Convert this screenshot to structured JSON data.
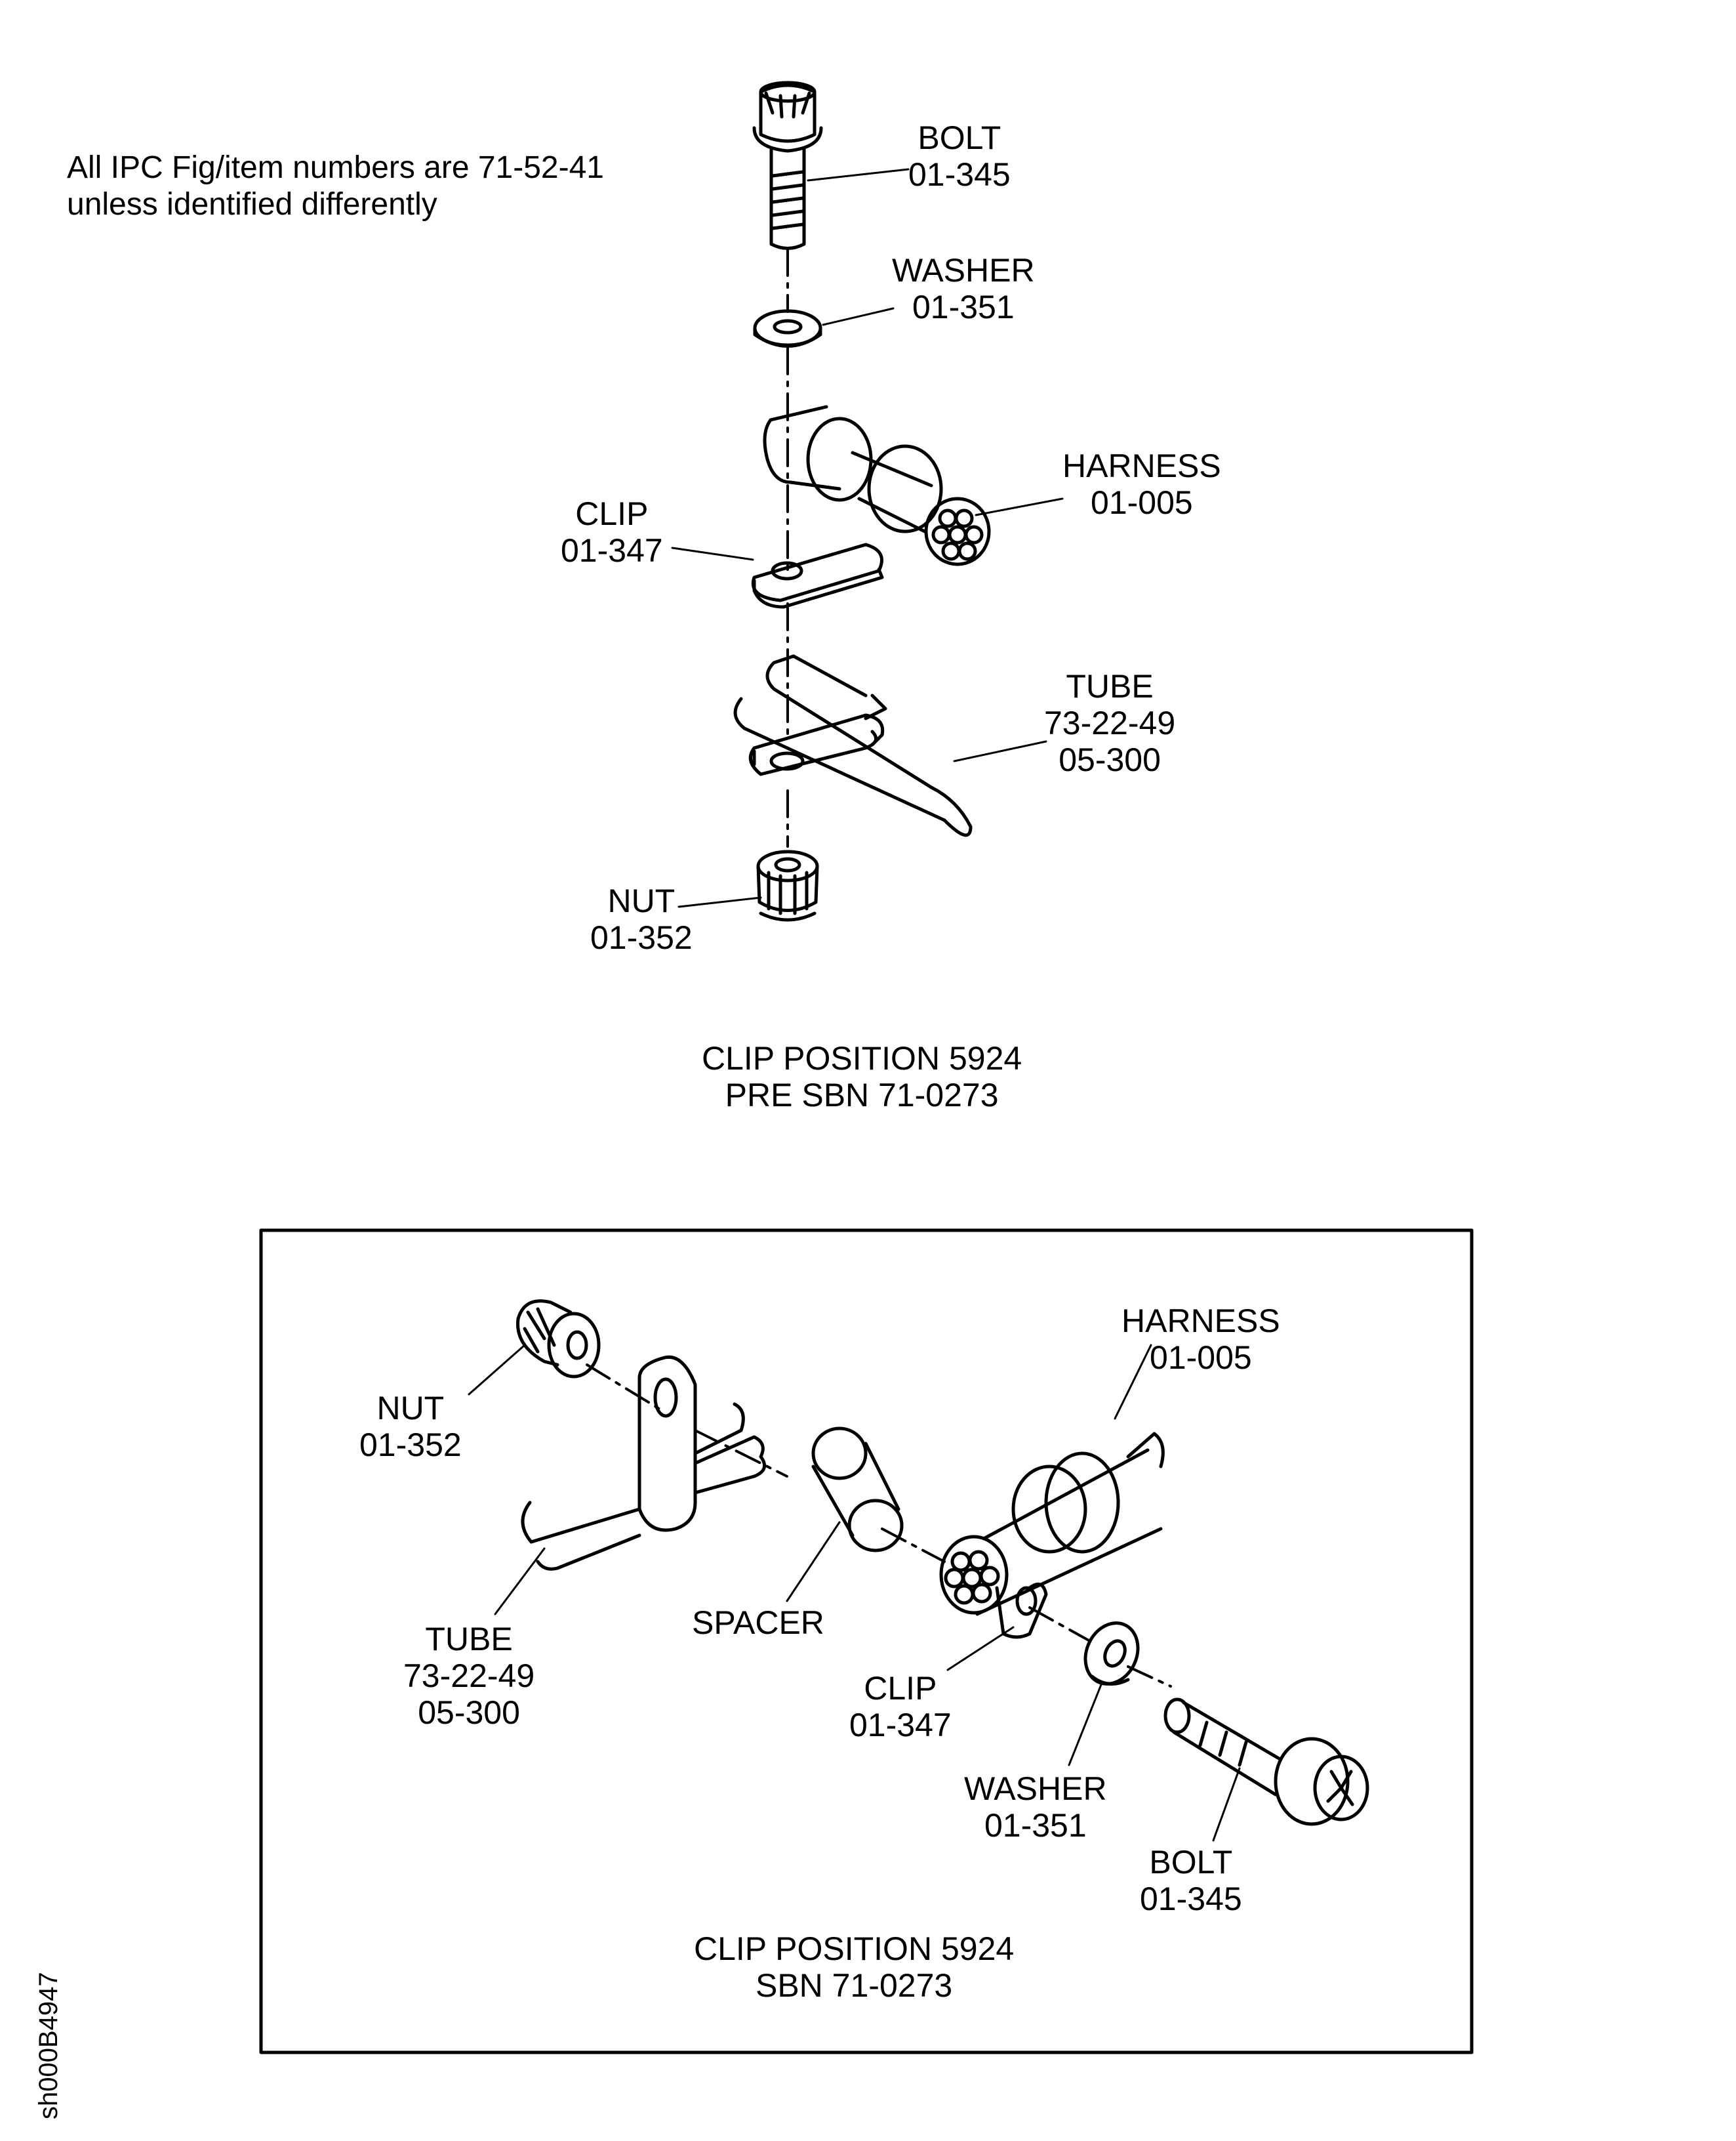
{
  "note": {
    "line1": "All IPC Fig/item numbers are 71-52-41",
    "line2": "unless identified differently"
  },
  "pre_sbn": {
    "bolt": {
      "name": "BOLT",
      "num": "01-345"
    },
    "washer": {
      "name": "WASHER",
      "num": "01-351"
    },
    "harness": {
      "name": "HARNESS",
      "num": "01-005"
    },
    "clip": {
      "name": "CLIP",
      "num": "01-347"
    },
    "tube": {
      "name": "TUBE",
      "fig": "73-22-49",
      "num": "05-300"
    },
    "nut": {
      "name": "NUT",
      "num": "01-352"
    },
    "caption1": "CLIP POSITION 5924",
    "caption2": "PRE SBN 71-0273"
  },
  "sbn": {
    "harness": {
      "name": "HARNESS",
      "num": "01-005"
    },
    "nut": {
      "name": "NUT",
      "num": "01-352"
    },
    "tube": {
      "name": "TUBE",
      "fig": "73-22-49",
      "num": "05-300"
    },
    "spacer": {
      "name": "SPACER"
    },
    "clip": {
      "name": "CLIP",
      "num": "01-347"
    },
    "washer": {
      "name": "WASHER",
      "num": "01-351"
    },
    "bolt": {
      "name": "BOLT",
      "num": "01-345"
    },
    "caption1": "CLIP POSITION 5924",
    "caption2": "SBN 71-0273"
  },
  "doc_id": "sh000B4947"
}
